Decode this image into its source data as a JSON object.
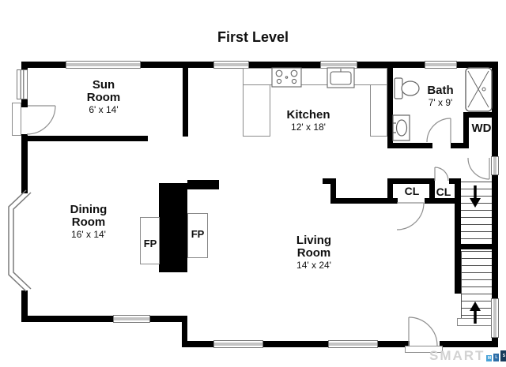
{
  "title": "First Level",
  "rooms": {
    "sun": {
      "name": "Sun Room",
      "dims": "6' x 14'"
    },
    "kitchen": {
      "name": "Kitchen",
      "dims": "12' x 18'"
    },
    "bath": {
      "name": "Bath",
      "dims": "7' x 9'"
    },
    "dining": {
      "name": "Dining Room",
      "dims": "16' x 14'"
    },
    "living": {
      "name": "Living Room",
      "dims": "14' x 24'"
    }
  },
  "labels": {
    "laundry": "WD",
    "closet1": "CL",
    "closet2": "CL",
    "fireplace_left": "FP",
    "fireplace_right": "FP"
  },
  "watermark": {
    "text": "SMART",
    "bars": [
      {
        "letter": "M",
        "color": "#4aa3d8"
      },
      {
        "letter": "L",
        "color": "#2d6ea8"
      },
      {
        "letter": "S",
        "color": "#173a5a"
      }
    ]
  },
  "colors": {
    "wall": "#000000",
    "window_line": "#767676",
    "fixture_line": "#666666",
    "text": "#111111",
    "watermark_text": "#d2d2d2"
  }
}
